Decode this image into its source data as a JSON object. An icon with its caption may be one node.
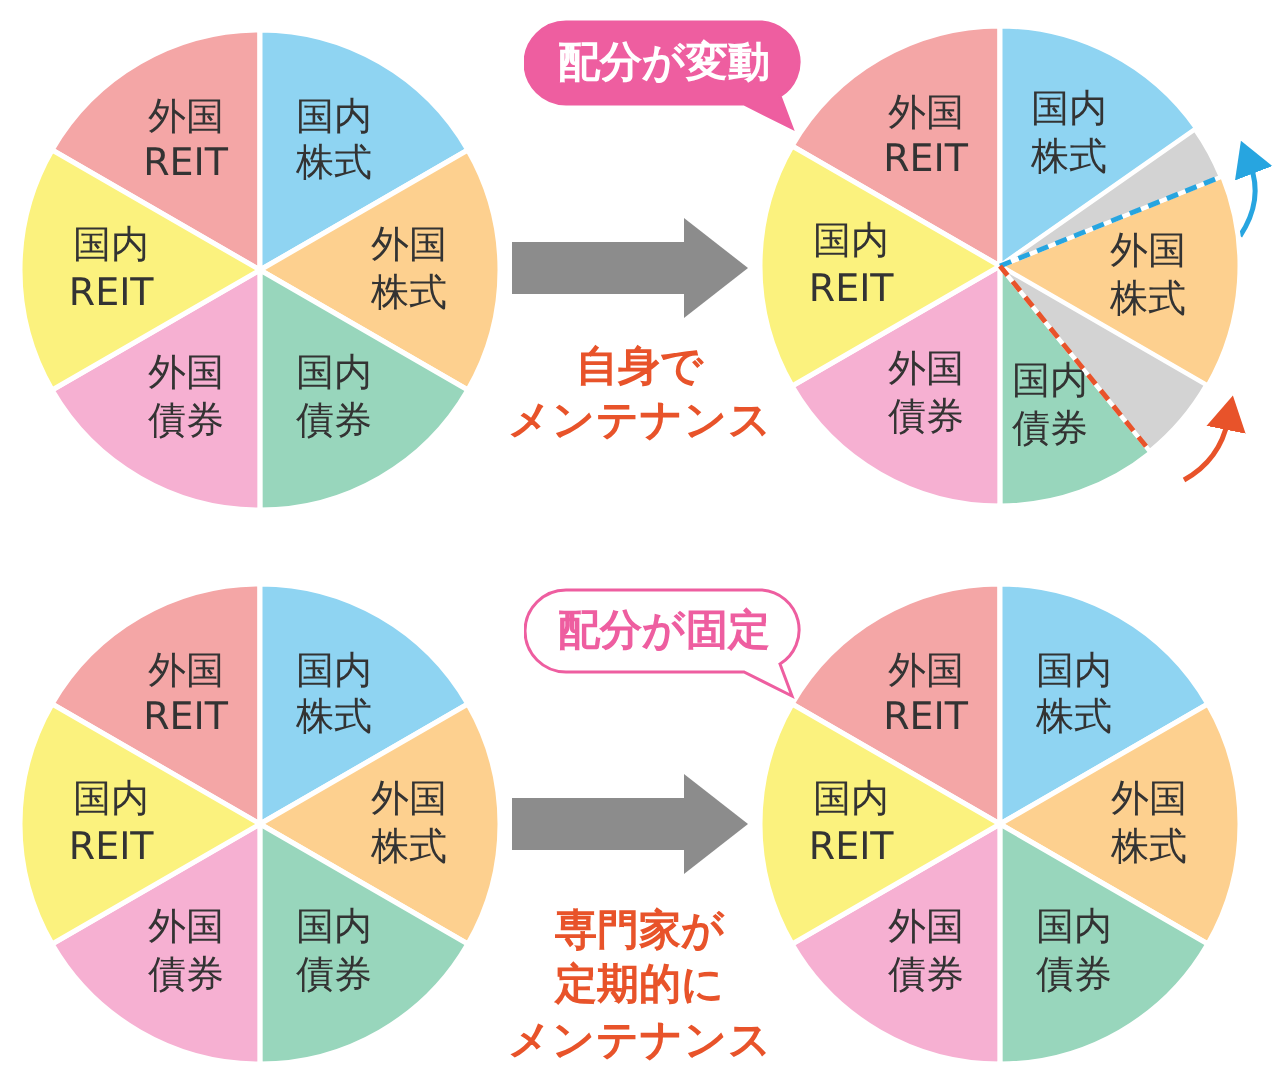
{
  "diagram": {
    "nodes": [
      {
        "text": [],
        "shape": "circle"
      },
      {
        "text": [
          "外国 REIT"
        ],
        "in": 0
      },
      {
        "text": [
          "国内株式"
        ],
        "in": 0
      },
      {
        "text": [
          "外国株式"
        ],
        "in": 0
      },
      {
        "text": [
          "国内債券"
        ],
        "in": 0
      },
      {
        "text": [
          "外国債券"
        ],
        "in": 0
      },
      {
        "text": [
          "国内 REIT"
        ],
        "in": 0
      },
      {
        "text": [
          "配分が変動"
        ]
      },
      {
        "text": [],
        "shape": "circle"
      },
      {
        "text": [
          "外国 REIT"
        ],
        "in": 8
      },
      {
        "text": [
          "国内株式"
        ],
        "in": 8
      },
      {
        "text": [
          "外国株式"
        ],
        "in": 8
      },
      {
        "text": [
          "国内債券"
        ],
        "in": 8
      },
      {
        "text": [
          "外国債券"
        ],
        "in": 8
      },
      {
        "text": [
          "国内 REIT"
        ],
        "in": 8
      },
      {
        "text": [],
        "shape": "circle"
      },
      {
        "text": [
          "外国 REIT"
        ],
        "in": 15
      },
      {
        "text": [
          "国内株式"
        ],
        "in": 15
      },
      {
        "text": [
          "外国株式"
        ],
        "in": 15
      },
      {
        "text": [
          "国内債券"
        ],
        "in": 15
      },
      {
        "text": [
          "外国債券"
        ],
        "in": 15
      },
      {
        "text": [
          "国内 REIT"
        ],
        "in": 15
      },
      {
        "text": [
          "配分が固定"
        ]
      },
      {
        "text": [],
        "shape": "circle"
      },
      {
        "text": [
          "外国 REIT"
        ],
        "in": 23
      },
      {
        "text": [
          "国内株式"
        ],
        "in": 23
      },
      {
        "text": [
          "外国株式"
        ],
        "in": 23
      },
      {
        "text": [
          "国内債券"
        ],
        "in": 23
      },
      {
        "text": [
          "外国債券"
        ],
        "in": 23
      },
      {
        "text": [
          "国内 REIT"
        ],
        "in": 23
      }
    ],
    "edges": [
      {
        "from": 0,
        "to": 8,
        "arrow": "to",
        "label": "自身でメンテナンス"
      },
      {
        "from": 15,
        "to": 23,
        "arrow": "to",
        "label": "専門家が定期的にメンテナンス"
      }
    ]
  }
}
